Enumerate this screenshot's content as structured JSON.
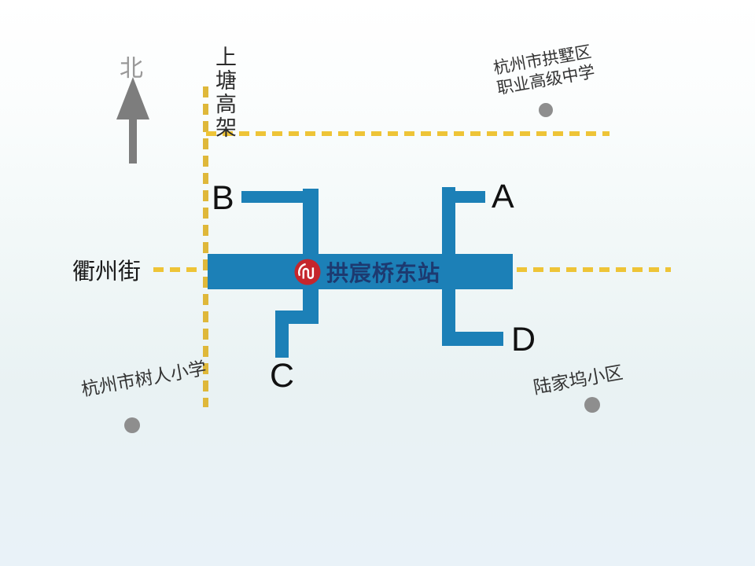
{
  "north": {
    "label": "北"
  },
  "roads": {
    "shangtang": "上塘高架",
    "quzhou": "衢州街"
  },
  "station": {
    "name": "拱宸桥东站",
    "logo": "hangzhou-metro-logo",
    "exits": [
      {
        "label": "A"
      },
      {
        "label": "B"
      },
      {
        "label": "C"
      },
      {
        "label": "D"
      }
    ]
  },
  "pois": {
    "school": {
      "line1": "杭州市拱墅区",
      "line2": "职业高级中学"
    },
    "shuren": {
      "name": "杭州市树人小学"
    },
    "lujiawu": {
      "name": "陆家坞小区"
    }
  },
  "colors": {
    "station_blue": "#1c80b7",
    "road_dash_yellow": "#eec437",
    "station_text_navy": "#1d3a70",
    "logo_red": "#c5262c",
    "poi_dot_gray": "#8e8e8e",
    "north_gray": "#7d7d7d"
  }
}
